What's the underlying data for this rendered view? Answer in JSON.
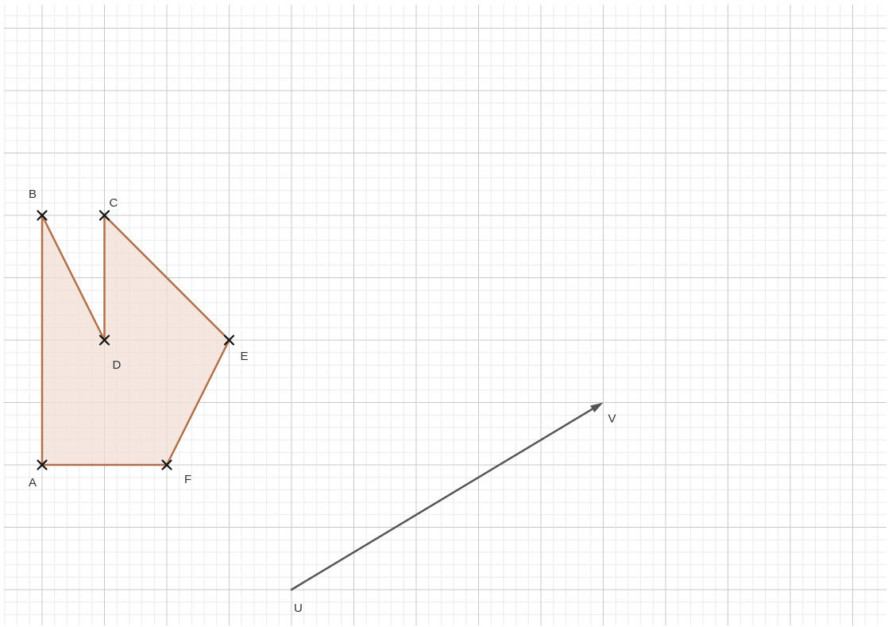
{
  "colors": {
    "minor_grid": "#ebebeb",
    "major_grid": "#c8c8c8",
    "polygon_stroke": "#b0704a",
    "polygon_fill": "#f2ddd5",
    "point_marker": "#111111",
    "vector": "#555555",
    "label": "#333333"
  },
  "polygon": {
    "name": "polygon-ABDCEF",
    "vertex_order": [
      "A",
      "B",
      "D",
      "C",
      "E",
      "F"
    ]
  },
  "points": [
    {
      "name": "A",
      "x": 0,
      "y": 0,
      "label": "A",
      "label_pos": "below-left"
    },
    {
      "name": "B",
      "x": 0,
      "y": 4,
      "label": "B",
      "label_pos": "above-left"
    },
    {
      "name": "C",
      "x": 1,
      "y": 4,
      "label": "C",
      "label_pos": "above-right"
    },
    {
      "name": "D",
      "x": 1,
      "y": 2,
      "label": "D",
      "label_pos": "below-right"
    },
    {
      "name": "E",
      "x": 3,
      "y": 2,
      "label": "E",
      "label_pos": "below-right"
    },
    {
      "name": "F",
      "x": 2,
      "y": 0,
      "label": "F",
      "label_pos": "below-right"
    }
  ],
  "vector": {
    "start": {
      "name": "U",
      "x": 4,
      "y": -2,
      "label": "U",
      "label_pos": "below-right"
    },
    "end": {
      "name": "V",
      "x": 9,
      "y": 1,
      "label": "V",
      "label_pos": "below-right"
    }
  }
}
